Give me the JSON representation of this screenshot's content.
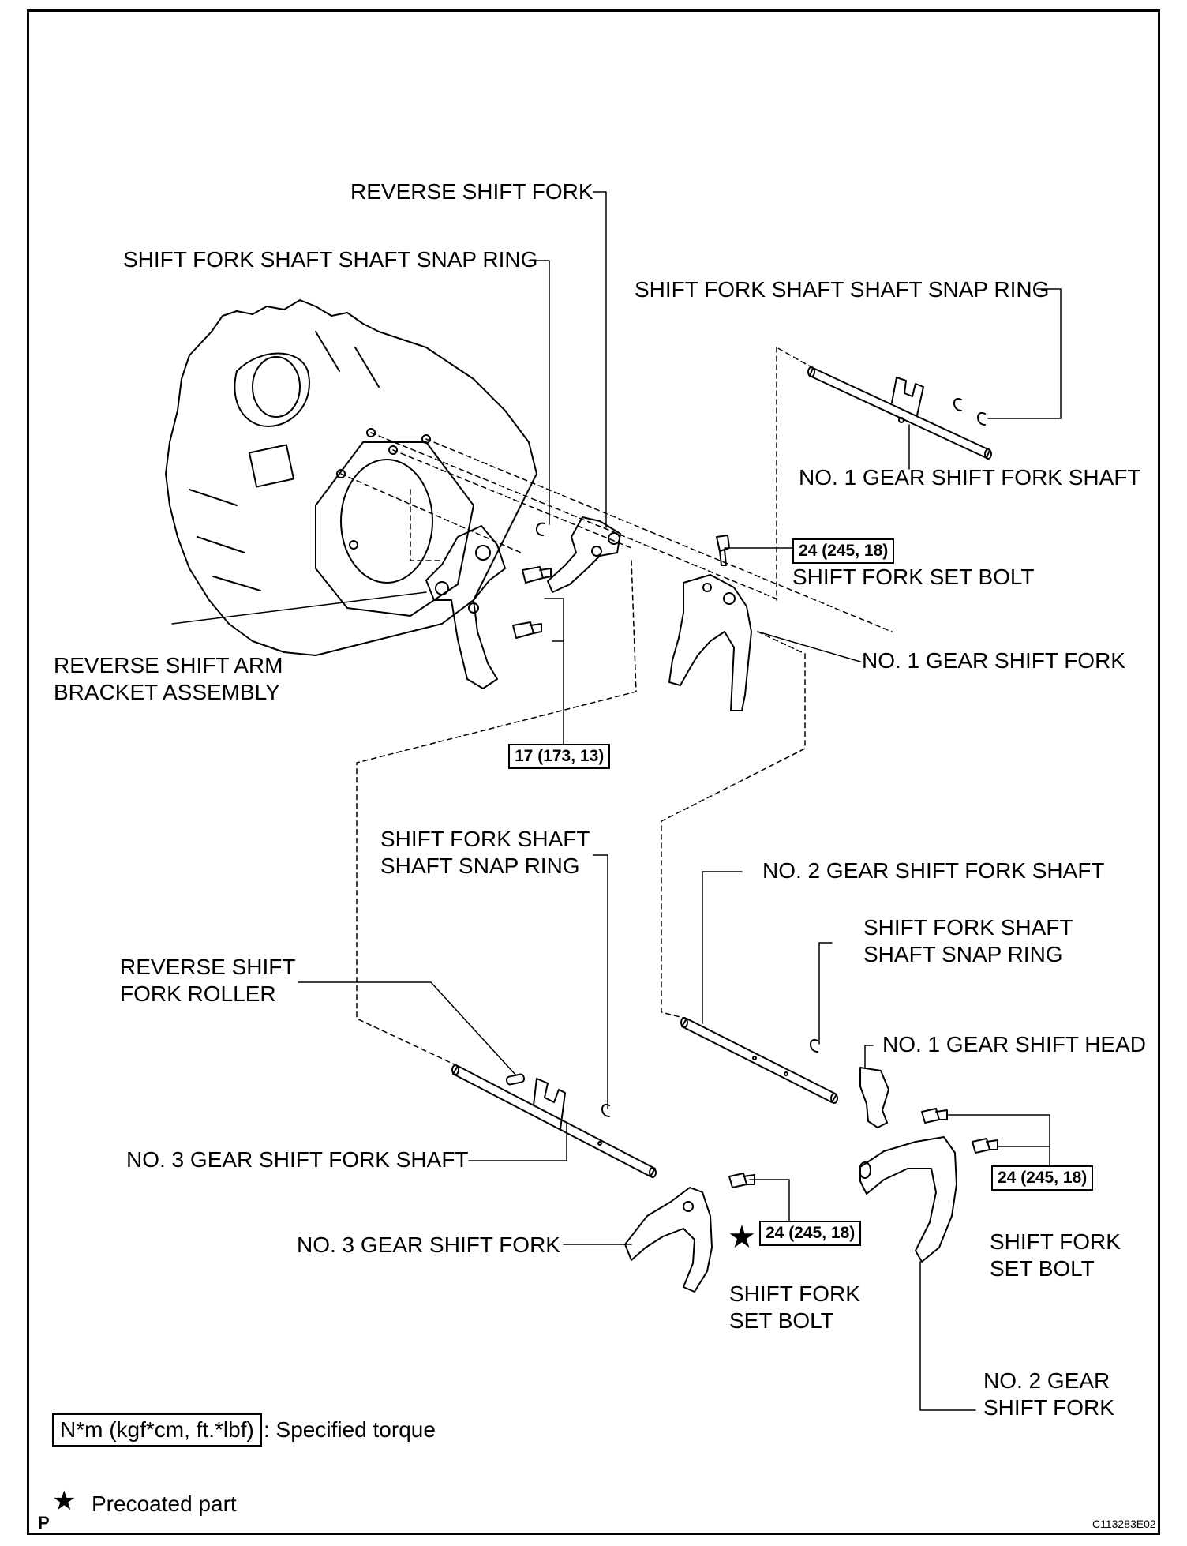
{
  "labels": {
    "reverse_shift_fork": "REVERSE SHIFT FORK",
    "snap_ring_top_left": "SHIFT FORK SHAFT SHAFT SNAP RING",
    "snap_ring_top_right": "SHIFT FORK SHAFT SHAFT SNAP RING",
    "no1_gear_shift_fork_shaft": "NO. 1 GEAR SHIFT FORK SHAFT",
    "shift_fork_set_bolt_top": "SHIFT FORK SET BOLT",
    "no1_gear_shift_fork": "NO. 1 GEAR SHIFT FORK",
    "reverse_shift_arm_line1": "REVERSE SHIFT ARM",
    "reverse_shift_arm_line2": "BRACKET ASSEMBLY",
    "snap_ring_mid_line1": "SHIFT FORK SHAFT",
    "snap_ring_mid_line2": "SHAFT SNAP RING",
    "no2_gear_shift_fork_shaft": "NO. 2 GEAR SHIFT FORK SHAFT",
    "snap_ring_right_line1": "SHIFT FORK SHAFT",
    "snap_ring_right_line2": "SHAFT SNAP RING",
    "reverse_roller_line1": "REVERSE SHIFT",
    "reverse_roller_line2": "FORK ROLLER",
    "no1_gear_shift_head": "NO. 1 GEAR SHIFT HEAD",
    "no3_gear_shift_fork_shaft": "NO. 3 GEAR SHIFT FORK SHAFT",
    "no3_gear_shift_fork": "NO. 3 GEAR SHIFT FORK",
    "set_bolt_mid_line1": "SHIFT FORK",
    "set_bolt_mid_line2": "SET BOLT",
    "set_bolt_right_line1": "SHIFT FORK",
    "set_bolt_right_line2": "SET BOLT",
    "no2_gear_shift_fork_line1": "NO. 2 GEAR",
    "no2_gear_shift_fork_line2": "SHIFT FORK"
  },
  "torques": {
    "top": "24 (245, 18)",
    "reverse_bracket": "17 (173, 13)",
    "no2_fork": "24 (245, 18)",
    "no3_fork": "24 (245, 18)"
  },
  "legend": {
    "unit_box": "N*m (kgf*cm, ft.*lbf)",
    "unit_text": ": Specified torque",
    "precoat_symbol": "★",
    "precoat_text": "Precoated part"
  },
  "footer": {
    "page_marker": "P",
    "figure_code": "C113283E02"
  }
}
